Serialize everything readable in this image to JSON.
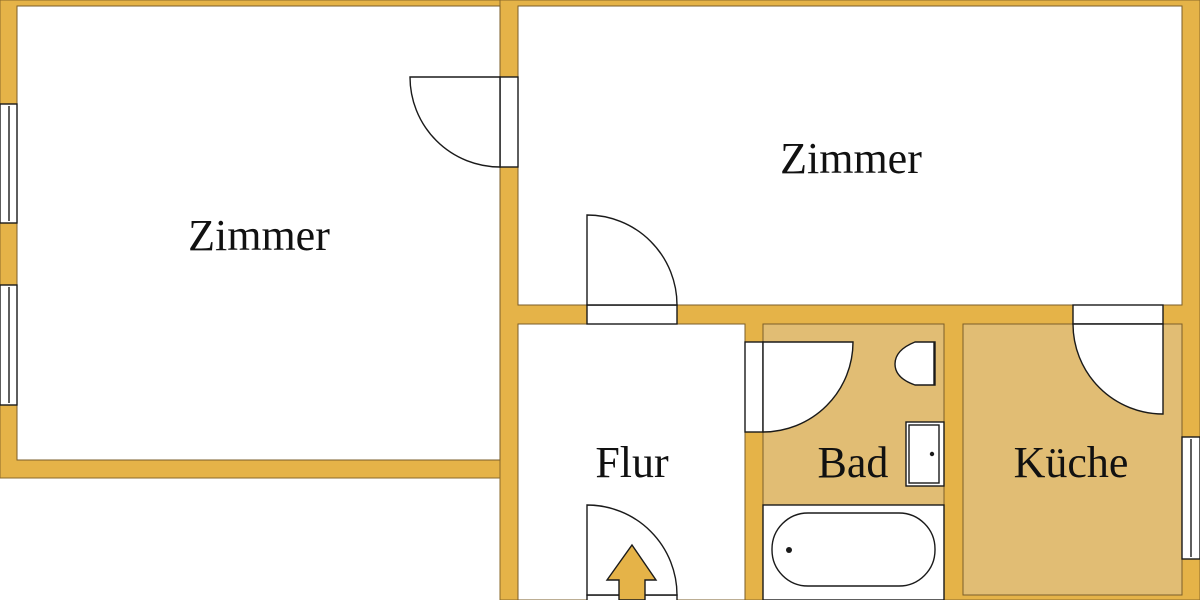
{
  "floorplan": {
    "colors": {
      "wall": "#e5b348",
      "wet_room_floor": "#e1bd74",
      "room_floor": "#ffffff",
      "line": "#1a1a1a"
    },
    "rooms": [
      {
        "id": "zimmer-left",
        "label": "Zimmer"
      },
      {
        "id": "zimmer-top-right",
        "label": "Zimmer"
      },
      {
        "id": "flur",
        "label": "Flur"
      },
      {
        "id": "bad",
        "label": "Bad"
      },
      {
        "id": "kueche",
        "label": "Küche"
      }
    ],
    "symbols": {
      "entrance": "entrance-arrow-icon",
      "door": "door-swing-icon",
      "window": "window-icon",
      "toilet": "toilet-icon",
      "sink": "sink-icon",
      "bathtub": "bathtub-icon"
    }
  }
}
